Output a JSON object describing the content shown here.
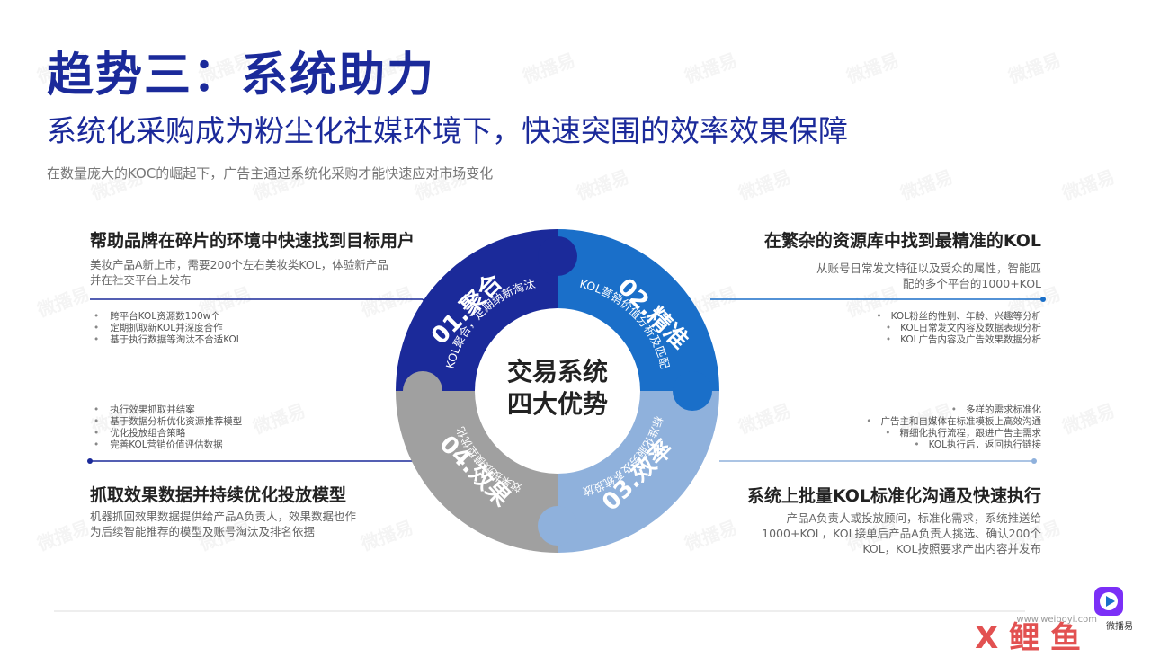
{
  "header": {
    "title": "趋势三：系统助力",
    "subtitle": "系统化采购成为粉尘化社媒环境下，快速突围的效率效果保障",
    "description": "在数量庞大的KOC的崛起下，广告主通过系统化采购才能快速应对市场变化"
  },
  "center": {
    "line1": "交易系统",
    "line2": "四大优势"
  },
  "segments": [
    {
      "number": "01.聚合",
      "caption": "KOL聚合，定期纳新淘汰",
      "color": "#1b2a9a"
    },
    {
      "number": "02.精准",
      "caption": "KOL营销价值分析及匹配",
      "color": "#1a6fc9"
    },
    {
      "number": "03.效率",
      "caption": "标准化服务及系统投放",
      "color": "#8fb1dc"
    },
    {
      "number": "04.效果",
      "caption": "效果投放模型优化",
      "color": "#a0a0a0"
    }
  ],
  "sections": {
    "top_left": {
      "title": "帮助品牌在碎片的环境中快速找到目标用户",
      "desc_line1": "美妆产品A新上市，需要200个左右美妆类KOL，体验新产品",
      "desc_line2": "并在社交平台上发布",
      "bullets": [
        "跨平台KOL资源数100w个",
        "定期抓取新KOL并深度合作",
        "基于执行数据等淘汰不合适KOL"
      ]
    },
    "top_right": {
      "title": "在繁杂的资源库中找到最精准的KOL",
      "desc_line1": "从账号日常发文特征以及受众的属性，智能匹",
      "desc_line2": "配的多个平台的1000+KOL",
      "bullets": [
        "KOL粉丝的性别、年龄、兴趣等分析",
        "KOL日常发文内容及数据表现分析",
        "KOL广告内容及广告效果数据分析"
      ]
    },
    "bottom_left": {
      "title": "抓取效果数据并持续优化投放模型",
      "desc_line1": "机器抓回效果数据提供给产品A负责人，效果数据也作",
      "desc_line2": "为后续智能推荐的模型及账号淘汰及排名依据",
      "bullets": [
        "执行效果抓取并结案",
        "基于数据分析优化资源推荐模型",
        "优化投放组合策略",
        "完善KOL营销价值评估数据"
      ]
    },
    "bottom_right": {
      "title": "系统上批量KOL标准化沟通及快速执行",
      "desc_line1": "产品A负责人或投放顾问，标准化需求，系统推送给",
      "desc_line2": "1000+KOL，KOL接单后产品A负责人挑选、确认200个",
      "desc_line3": "KOL，KOL按照要求产出内容并发布",
      "bullets": [
        "多样的需求标准化",
        "广告主和自媒体在标准模板上高效沟通",
        "精细化执行流程，跟进广告主需求",
        "KOL执行后，返回执行链接"
      ]
    }
  },
  "footer": {
    "url": "www.weiboyi.com",
    "logo_label": "微播易",
    "corner_mark": "X 鲤 鱼"
  },
  "watermark": "微播易",
  "colors": {
    "title": "#1b2a9a",
    "connector_left": "#1b2a9a",
    "connector_right": "#1a6fc9"
  }
}
